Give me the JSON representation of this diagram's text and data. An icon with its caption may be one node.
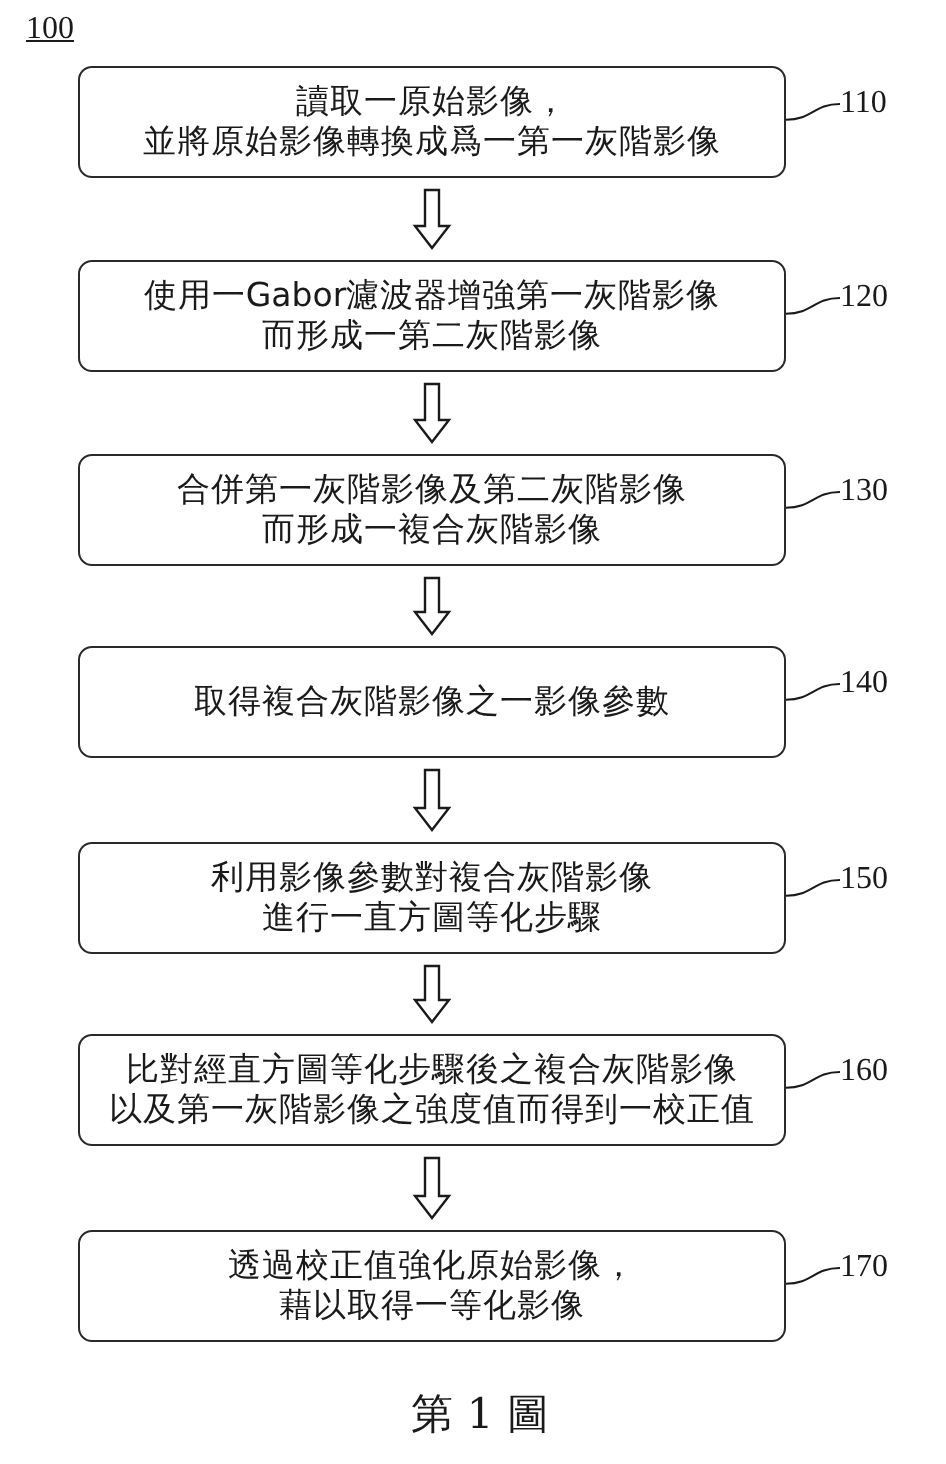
{
  "diagram": {
    "caption": "第 1 圖",
    "nodes": [
      {
        "text": [
          "讀取一原始影像，並將原始影像轉換成爲一第一灰階影像"
        ]
      },
      {
        "text": [
          "110"
        ]
      },
      {
        "text": [
          "使用一Gabor濾波器增強第一灰階影像而形成一第二灰階影像"
        ]
      },
      {
        "text": [
          "120"
        ]
      },
      {
        "text": [
          "合併第一灰階影像及第二灰階影像而形成一複合灰階影像"
        ]
      },
      {
        "text": [
          "130"
        ]
      },
      {
        "text": [
          "取得複合灰階影像之一影像參數"
        ]
      },
      {
        "text": [
          "140"
        ]
      },
      {
        "text": [
          "利用影像參數對複合灰階影像進行一直方圖等化步驟"
        ]
      },
      {
        "text": [
          "150"
        ]
      },
      {
        "text": [
          "比對經直方圖等化步驟後之複合灰階影像以及第一灰階影像之強度值而得到一校正值"
        ]
      },
      {
        "text": [
          "160"
        ]
      },
      {
        "text": [
          "透過校正值強化原始影像，藉以取得一等化影像"
        ]
      },
      {
        "text": [
          "170"
        ]
      }
    ],
    "edges": [
      {
        "from": 0,
        "to": 2,
        "arrow": "to"
      },
      {
        "from": 2,
        "to": 4,
        "arrow": "to"
      },
      {
        "from": 4,
        "to": 6,
        "arrow": "to"
      },
      {
        "from": 6,
        "to": 8,
        "arrow": "to"
      },
      {
        "from": 8,
        "to": 10,
        "arrow": "to"
      },
      {
        "from": 10,
        "to": 12,
        "arrow": "to"
      },
      {
        "from": 1,
        "to": 0,
        "arrow": "none"
      },
      {
        "from": 3,
        "to": 2,
        "arrow": "none"
      },
      {
        "from": 5,
        "to": 4,
        "arrow": "none"
      },
      {
        "from": 7,
        "to": 6,
        "arrow": "none"
      },
      {
        "from": 9,
        "to": 8,
        "arrow": "none"
      },
      {
        "from": 11,
        "to": 10,
        "arrow": "none"
      },
      {
        "from": 13,
        "to": 12,
        "arrow": "none"
      }
    ],
    "labels": [
      "100"
    ]
  }
}
